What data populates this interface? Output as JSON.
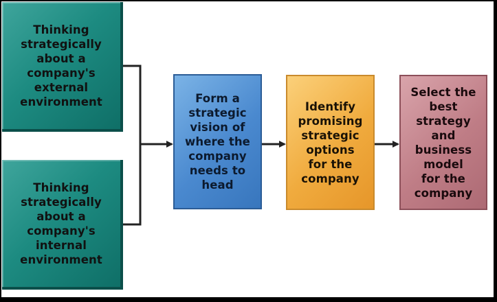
{
  "diagram": {
    "boxes": {
      "external": {
        "label": "Thinking\nstrategically\nabout a\ncompany's\nexternal\nenvironment",
        "color": "#1d8b81"
      },
      "internal": {
        "label": "Thinking\nstrategically\nabout a\ncompany's\ninternal\nenvironment",
        "color": "#1d8b81"
      },
      "vision": {
        "label": "Form a\nstrategic\nvision of\nwhere the\ncompany\nneeds to\nhead",
        "color": "#4a89cf"
      },
      "options": {
        "label": "Identify\npromising\nstrategic\noptions\nfor the\ncompany",
        "color": "#f0ab3e"
      },
      "select": {
        "label": "Select the\nbest\nstrategy\nand\nbusiness\nmodel\nfor the\ncompany",
        "color": "#bf7d86"
      }
    },
    "connector_color": "#222222"
  }
}
